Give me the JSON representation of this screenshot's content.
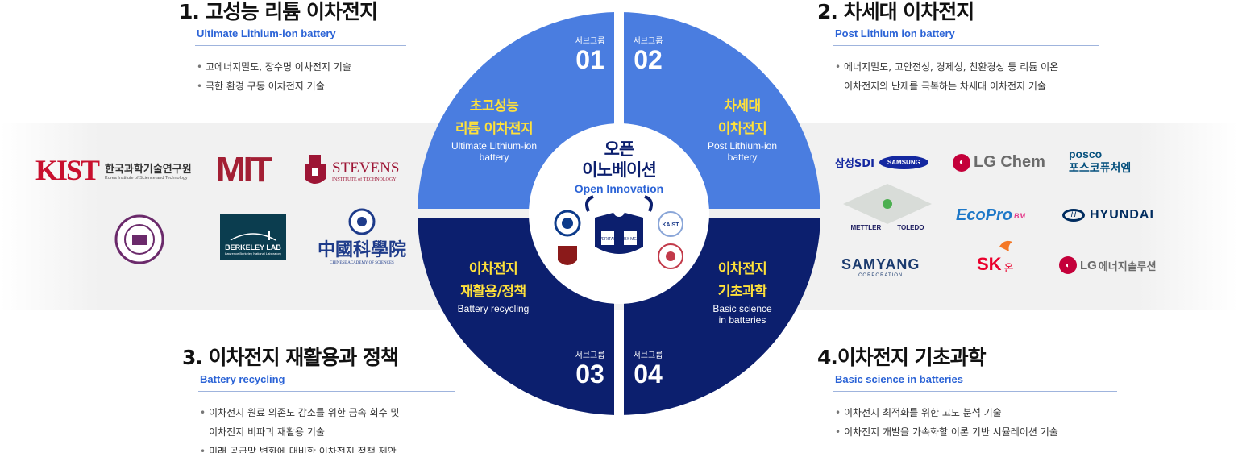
{
  "groups": [
    {
      "title": "1. 고성능 리튬 이차전지",
      "subtitle": "Ultimate Lithium-ion battery",
      "bullets": [
        "고에너지밀도, 장수명 이차전지 기술",
        "극한 환경 구동 이차전지 기술"
      ]
    },
    {
      "title": "2. 차세대 이차전지",
      "subtitle": "Post Lithium ion battery",
      "bullets": [
        "에너지밀도, 고안전성, 경제성, 친환경성 등 리튬 이온",
        "이차전지의 난제를 극복하는 차세대 이차전지 기술"
      ]
    },
    {
      "title": "3. 이차전지 재활용과 정책",
      "subtitle": "Battery recycling",
      "bullets": [
        "이차전지 원료 의존도 감소를 위한 금속 회수 및",
        "이차전지 비파괴 재활용 기술",
        "미래 공급망 변화에 대비한 이차전지 정책 제안"
      ]
    },
    {
      "title": "4.이차전지 기초과학",
      "subtitle": "Basic science in batteries",
      "bullets": [
        "이차전지 최적화를 위한 고도 분석 기술",
        "이차전지 개발을 가속화할 이론 기반 시뮬레이션 기술"
      ]
    }
  ],
  "quadrants": [
    {
      "ko_line1": "초고성능",
      "ko_line2": "리튬 이차전지",
      "en_line1": "Ultimate Lithium-ion",
      "en_line2": "battery",
      "subgroup_label": "서브그룹",
      "subgroup_num": "01"
    },
    {
      "ko_line1": "차세대",
      "ko_line2": "이차전지",
      "en_line1": "Post Lithium-ion",
      "en_line2": "battery",
      "subgroup_label": "서브그룹",
      "subgroup_num": "02"
    },
    {
      "ko_line1": "이차전지",
      "ko_line2": "재활용/정책",
      "en_line1": "Battery recycling",
      "en_line2": "",
      "subgroup_label": "서브그룹",
      "subgroup_num": "03"
    },
    {
      "ko_line1": "이차전지",
      "ko_line2": "기초과학",
      "en_line1": "Basic science",
      "en_line2": "in batteries",
      "subgroup_label": "서브그룹",
      "subgroup_num": "04"
    }
  ],
  "center": {
    "ko_line1": "오픈",
    "ko_line2": "이노베이션",
    "en": "Open Innovation",
    "seal_left": "VERITAS",
    "seal_right": "LUX MEA",
    "kaist": "KAIST"
  },
  "partners_left": {
    "kist_mark": "KIST",
    "kist_ko": "한국과학기술연구원",
    "kist_en": "Korea Institute of Science and Technology",
    "mit": "MIT",
    "stevens": "STEVENS",
    "stevens_sub": "INSTITUTE of TECHNOLOGY",
    "berkeley": "BERKELEY LAB",
    "berkeley_sub": "Lawrence Berkeley National Laboratory",
    "cas": "中國科學院",
    "cas_sub": "CHINESE ACADEMY OF SCIENCES"
  },
  "partners_right": {
    "samsung_sdi": "삼성SDI",
    "samsung": "SAMSUNG",
    "lg_chem": "LG Chem",
    "posco_en": "posco",
    "posco_ko": "포스코퓨처엠",
    "mettler": "METTLER",
    "toledo": "TOLEDO",
    "ecopro": "EcoPro",
    "ecopro_bm": "BM",
    "hyundai": "HYUNDAI",
    "samyang": "SAMYANG",
    "samyang_sub": "CORPORATION",
    "sk": "SK",
    "sk_on": "온",
    "lges_en": "LG",
    "lges_ko": "에너지솔루션"
  },
  "colors": {
    "light_blue": "#4a7de0",
    "navy": "#0c1f6e",
    "yellow": "#ffe13a",
    "accent_blue": "#2b63d6"
  }
}
